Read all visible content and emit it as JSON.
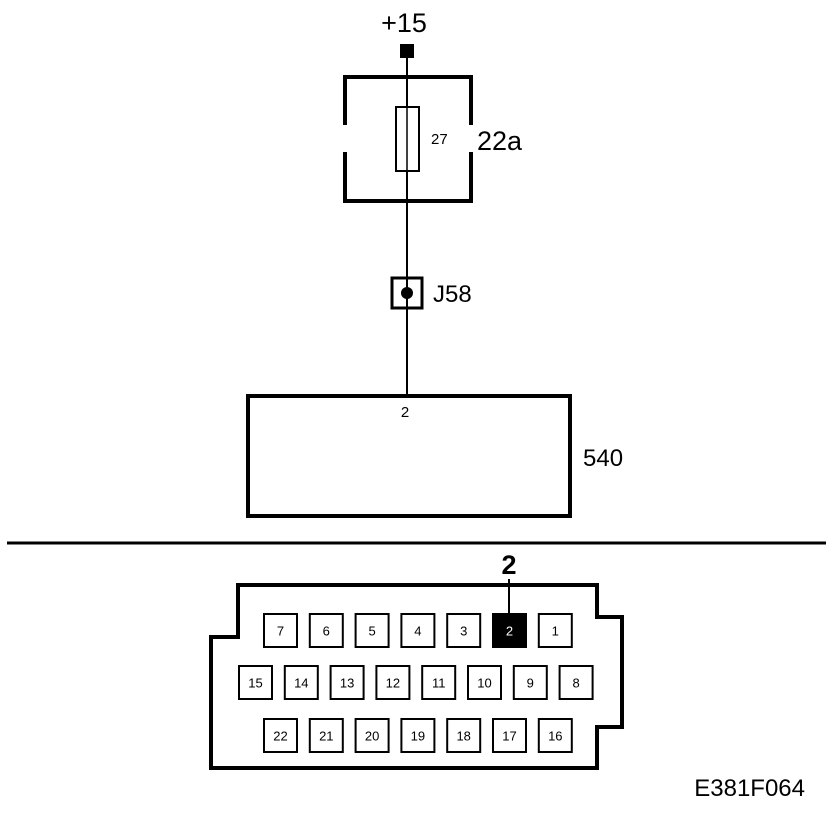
{
  "supply": {
    "label": "+15"
  },
  "fuse_box": {
    "id": "22a",
    "fuse_number": "27"
  },
  "junction": {
    "id": "J58"
  },
  "module": {
    "id": "540",
    "pin": "2"
  },
  "connector": {
    "highlighted_pin": "2",
    "highlight_label": "2",
    "rows": [
      [
        "7",
        "6",
        "5",
        "4",
        "3",
        "2",
        "1"
      ],
      [
        "15",
        "14",
        "13",
        "12",
        "11",
        "10",
        "9",
        "8"
      ],
      [
        "22",
        "21",
        "20",
        "19",
        "18",
        "17",
        "16"
      ]
    ]
  },
  "figure_code": "E381F064",
  "colors": {
    "ink": "#000000",
    "background": "#ffffff",
    "highlight_text": "#ffffff"
  }
}
